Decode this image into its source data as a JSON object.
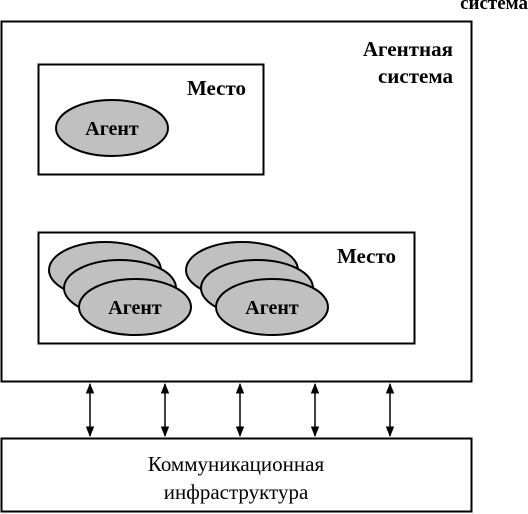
{
  "cropped_label": "система",
  "agent_system": {
    "label_line1": "Агентная",
    "label_line2": "система"
  },
  "place_top": {
    "label": "Место",
    "agent_label": "Агент"
  },
  "place_bottom": {
    "label": "Место",
    "agent_group_left_label": "Агент",
    "agent_group_right_label": "Агент"
  },
  "communication": {
    "label_line1": "Коммуникационная",
    "label_line2": "инфраструктура"
  },
  "colors": {
    "stroke": "#000000",
    "agent_fill": "#c0c0c0",
    "background": "#ffffff"
  }
}
